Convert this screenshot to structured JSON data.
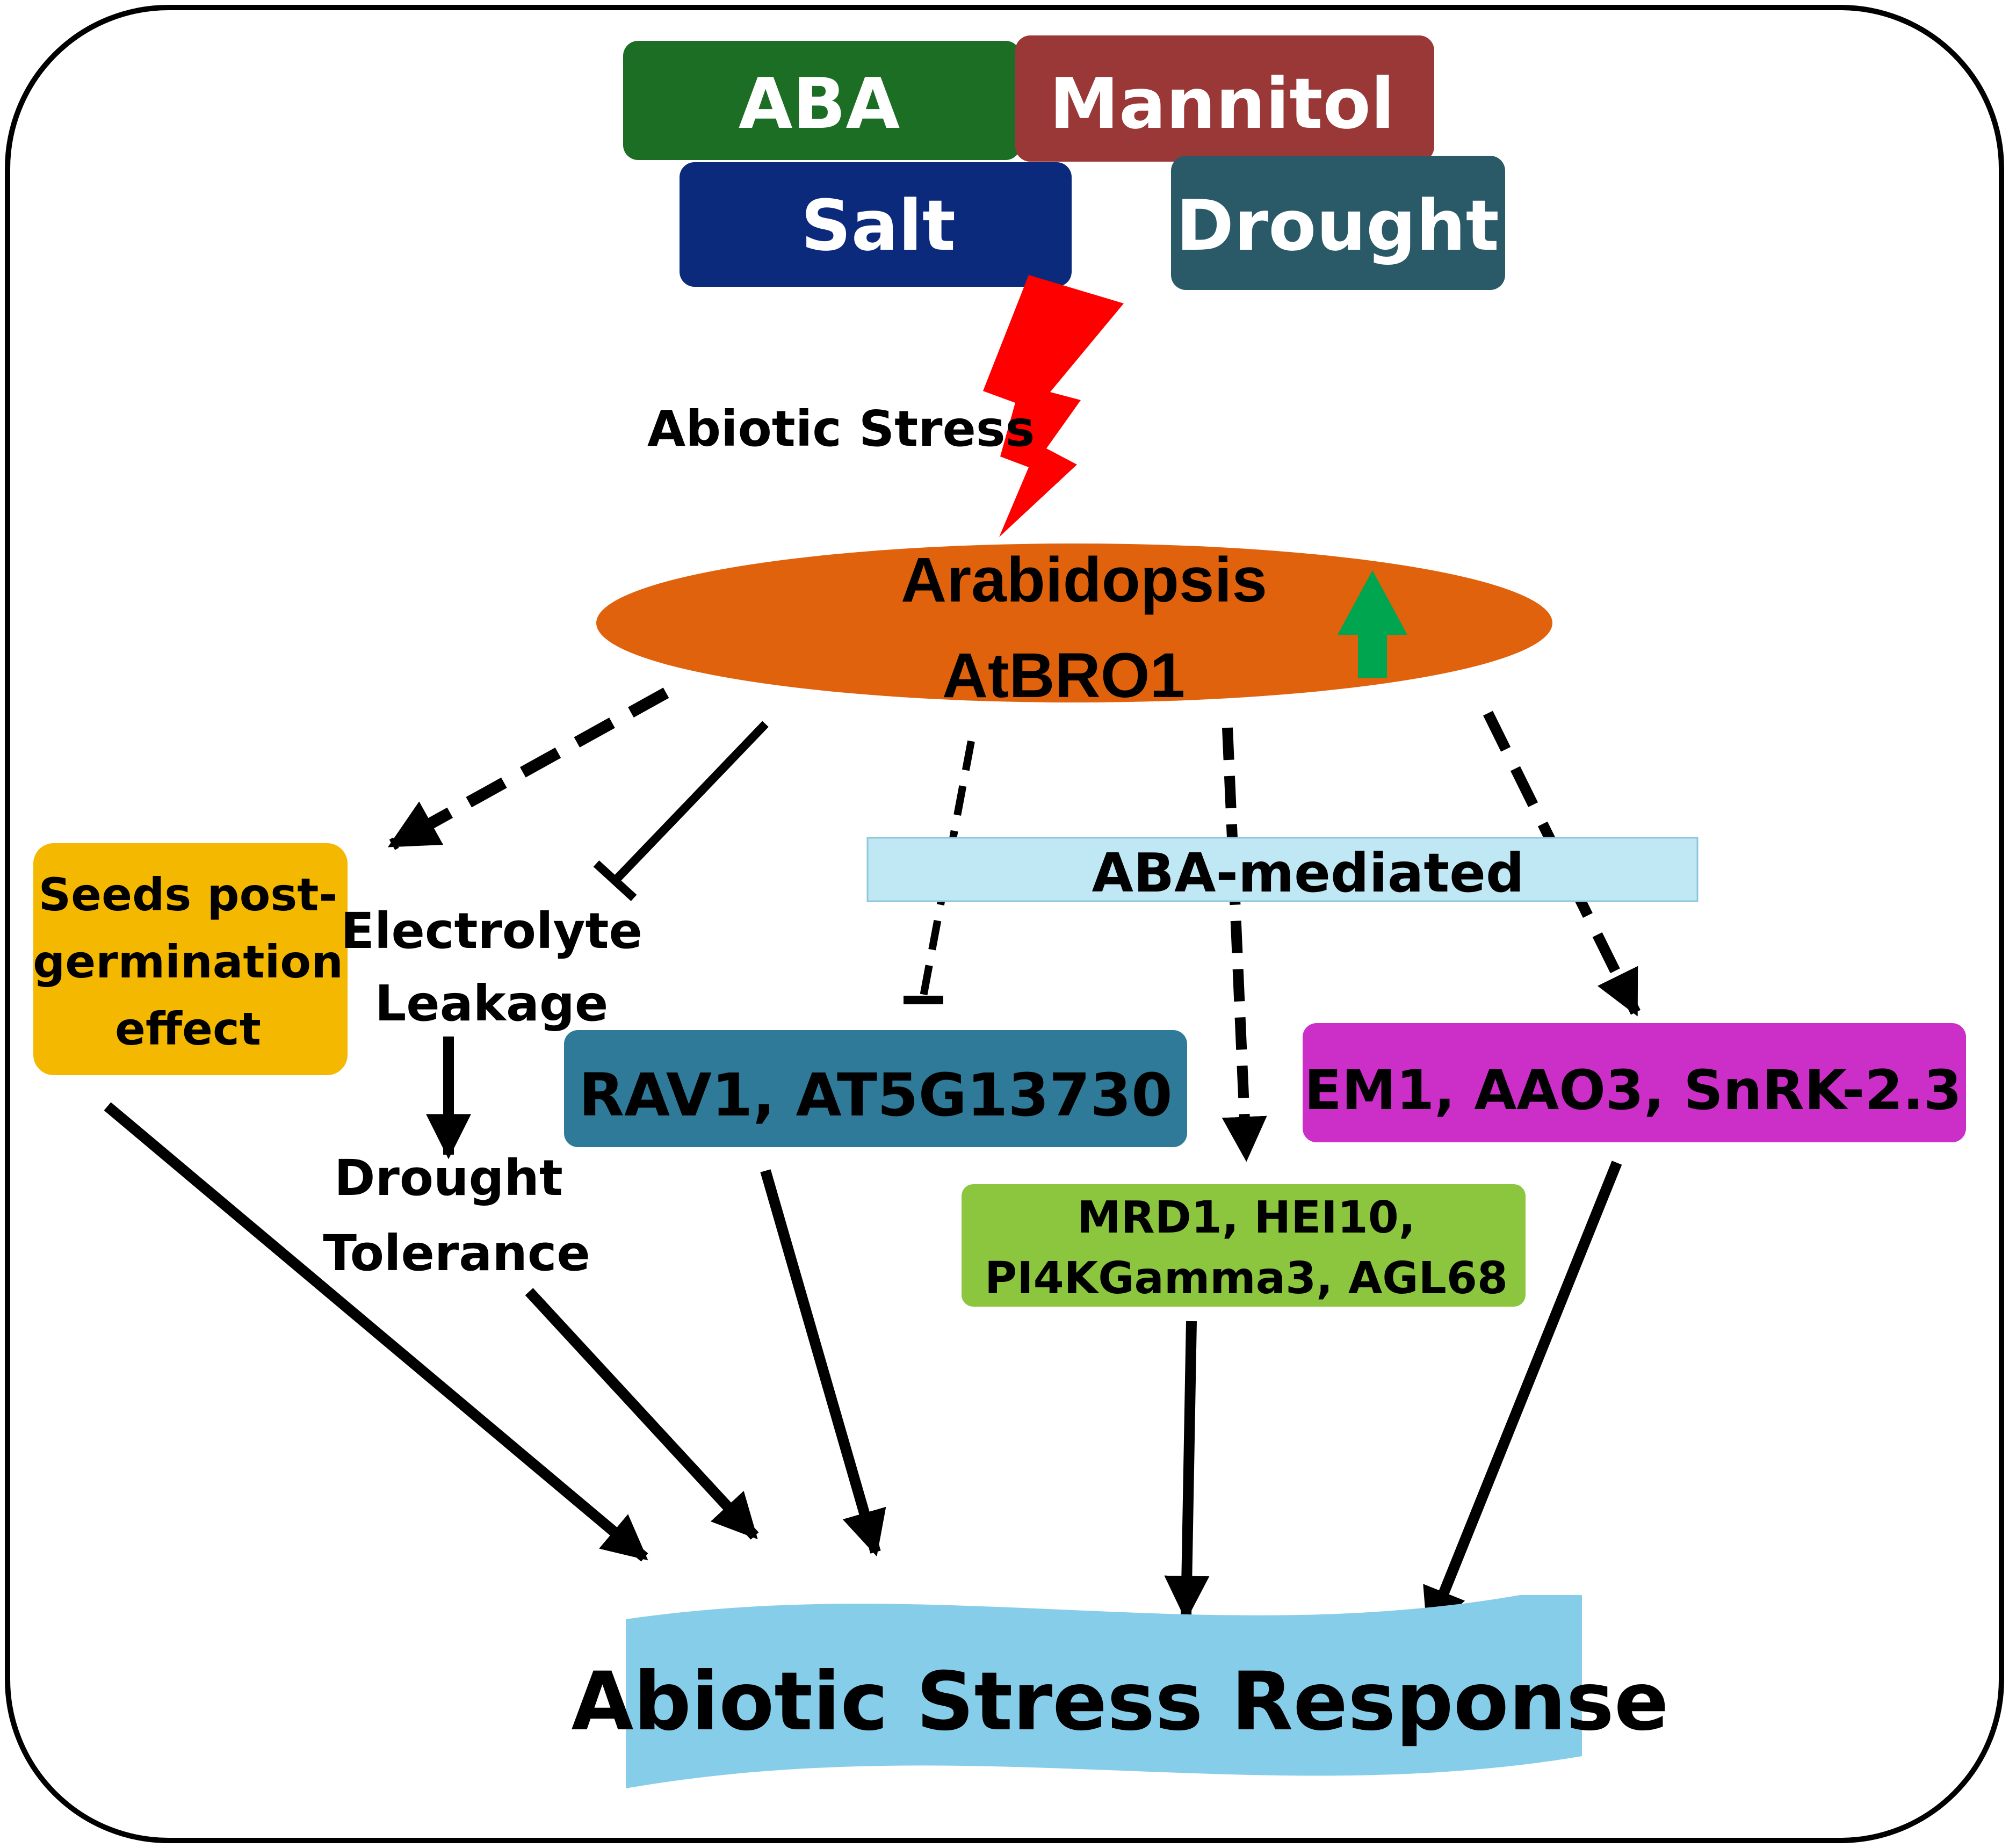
{
  "stressors": {
    "aba": {
      "label": "ABA",
      "color": "#1b6e24"
    },
    "mannitol": {
      "label": "Mannitol",
      "color": "#9a3838"
    },
    "salt": {
      "label": "Salt",
      "color": "#0b2a7c"
    },
    "drought": {
      "label": "Drought",
      "color": "#2a5a68"
    }
  },
  "abiotic_stress_label": "Abiotic Stress",
  "center": {
    "line1": "Arabidopsis",
    "line2": "AtBRO1",
    "color": "#e0620c",
    "up_arrow_color": "#00a550"
  },
  "nodes": {
    "seeds": {
      "lines": [
        "Seeds post-",
        "germination",
        "effect"
      ],
      "color": "#f5b800"
    },
    "electrolyte": {
      "lines": [
        "Electrolyte",
        "Leakage"
      ]
    },
    "drought_tolerance": {
      "lines": [
        "Drought",
        "Tolerance"
      ]
    },
    "aba_mediated": {
      "label": "ABA-mediated",
      "color": "#bfe8f4"
    },
    "rav1": {
      "label": "RAV1, AT5G13730",
      "color": "#2e7a98"
    },
    "mrd1": {
      "lines": [
        "MRD1, HEI10,",
        "PI4KGamma3, AGL68"
      ],
      "color": "#8cc63f"
    },
    "em1": {
      "label": "EM1, AAO3, SnRK-2.3",
      "color": "#cc2ec8"
    }
  },
  "response": {
    "label": "Abiotic Stress Response",
    "color": "#86cdea"
  },
  "colors": {
    "bolt": "#ff0000",
    "arrow": "#000000",
    "frame": "#000000"
  }
}
